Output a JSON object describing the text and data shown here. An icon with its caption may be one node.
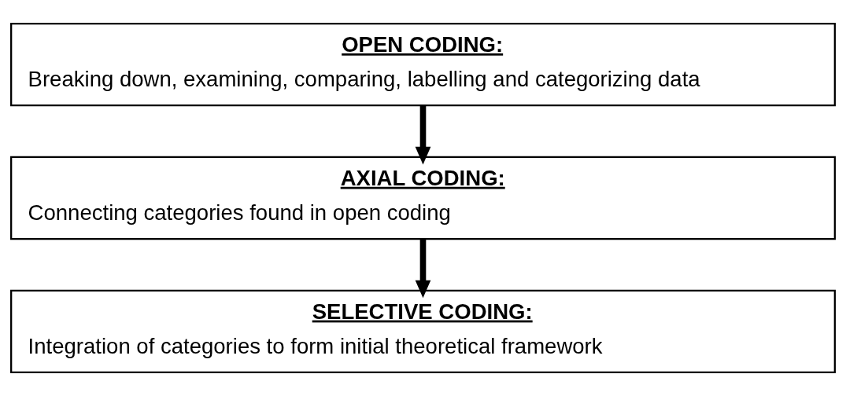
{
  "diagram": {
    "nodes": [
      {
        "text": [
          "OPEN CODING:",
          "Breaking down, examining, comparing, labelling and categorizing data"
        ]
      },
      {
        "text": [
          "AXIAL CODING:",
          "Connecting categories found in open coding"
        ]
      },
      {
        "text": [
          "SELECTIVE CODING:",
          "Integration of categories to form initial theoretical framework"
        ]
      }
    ],
    "edges": [
      {
        "from": 0,
        "to": 1,
        "arrow": "to"
      },
      {
        "from": 1,
        "to": 2,
        "arrow": "to"
      }
    ]
  }
}
